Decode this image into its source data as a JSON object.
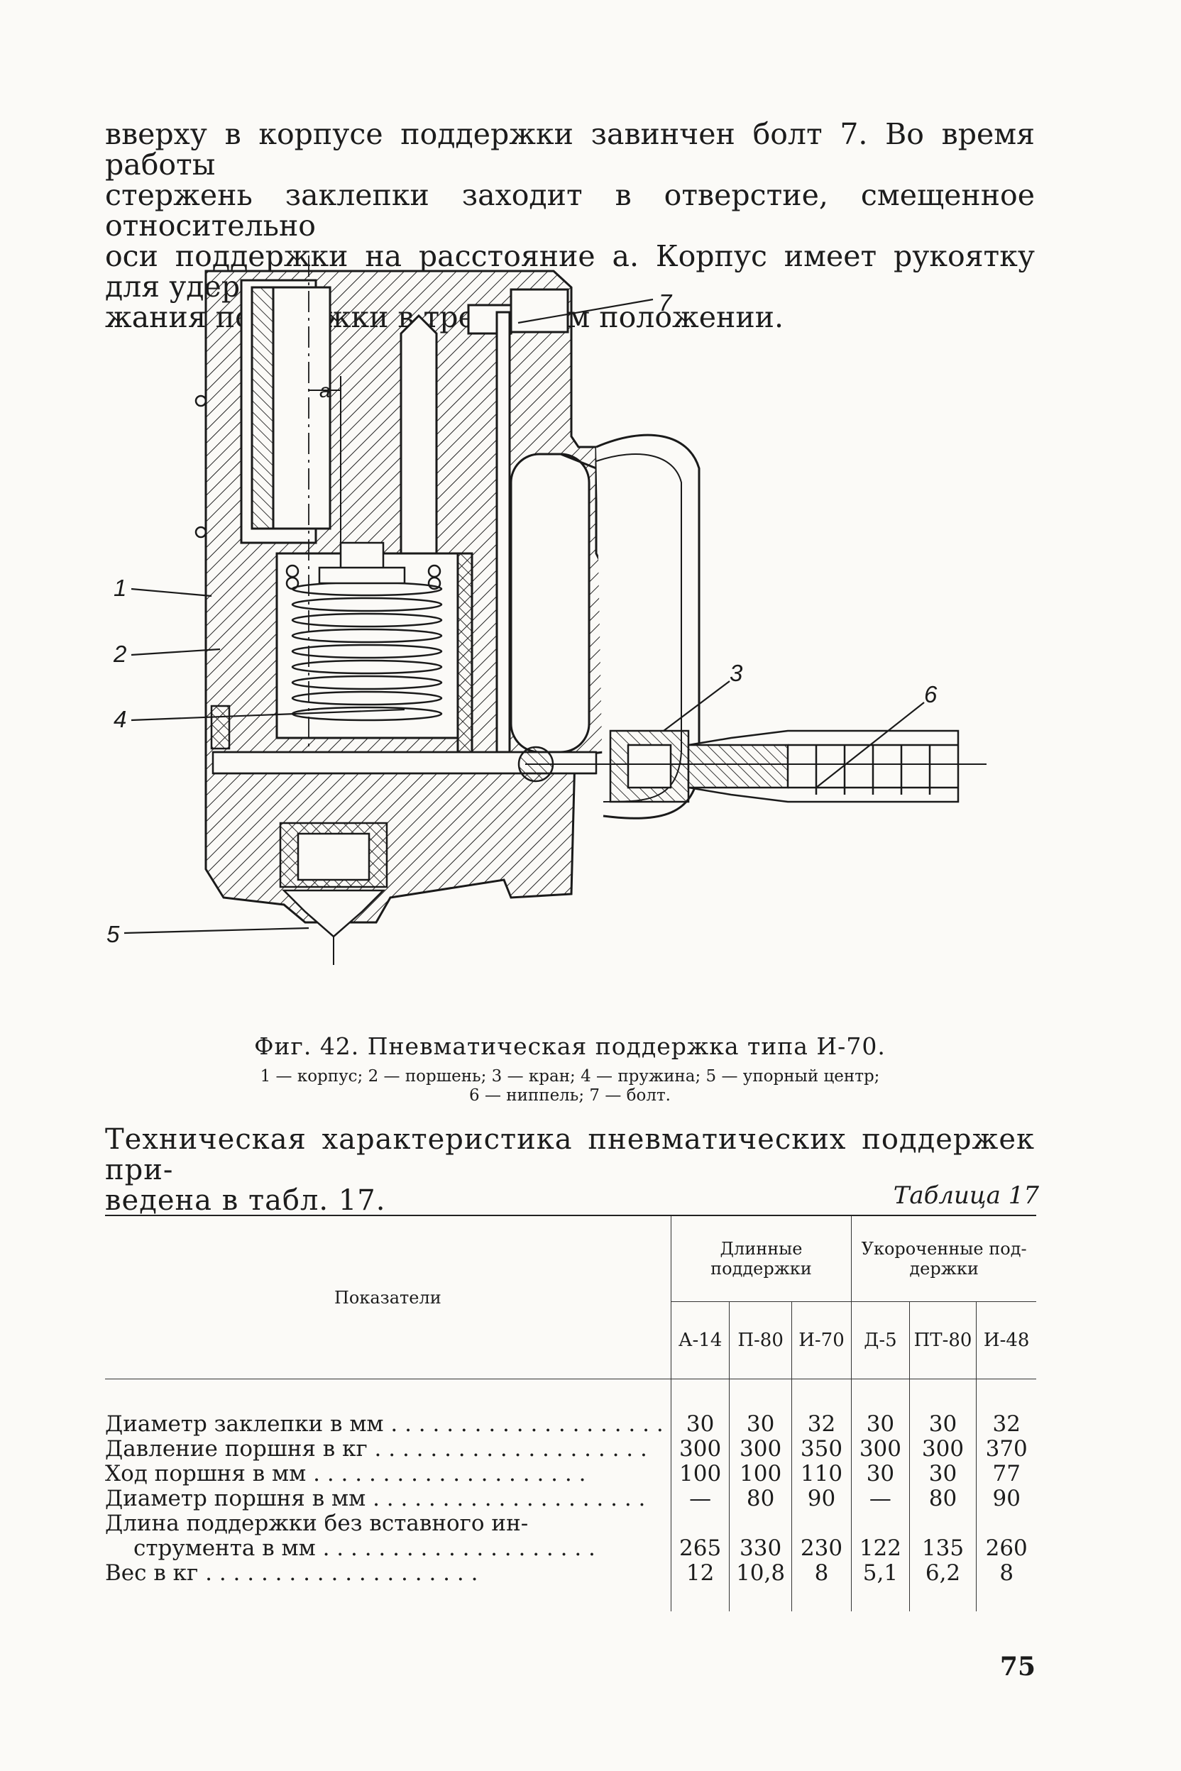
{
  "intro_lines": [
    "вверху в корпусе поддержки завинчен болт 7. Во время работы",
    "стержень заклепки заходит в отверстие, смещенное относительно",
    "оси поддержки на расстояние a. Корпус имеет рукоятку для удер-",
    "жания поддержки в требуемом положении."
  ],
  "figure": {
    "callouts": {
      "c1": "1",
      "c2": "2",
      "c3": "3",
      "c4": "4",
      "c5": "5",
      "c6": "6",
      "c7": "7",
      "a": "a"
    },
    "caption_title": "Фиг. 42. Пневматическая поддержка типа И-70.",
    "legend_line1": "1 — корпус; 2 — поршень; 3 — кран; 4 — пружина; 5 — упорный центр;",
    "legend_line2": "6 — ниппель; 7 — болт."
  },
  "table_intro_lines": [
    "Техническая характеристика пневматических поддержек при-",
    "ведена в табл. 17."
  ],
  "table": {
    "label": "Таблица 17",
    "index_header": "Показатели",
    "groups": [
      "Длинные поддержки",
      "Укороченные под-держки"
    ],
    "columns": [
      "А-14",
      "П-80",
      "И-70",
      "Д-5",
      "ПТ-80",
      "И-48"
    ],
    "rows": [
      {
        "label": "Диаметр заклепки в мм",
        "values": [
          "30",
          "30",
          "32",
          "30",
          "30",
          "32"
        ]
      },
      {
        "label": "Давление поршня в кг",
        "values": [
          "300",
          "300",
          "350",
          "300",
          "300",
          "370"
        ]
      },
      {
        "label": "Ход поршня в мм",
        "values": [
          "100",
          "100",
          "110",
          "30",
          "30",
          "77"
        ]
      },
      {
        "label": "Диаметр поршня в мм",
        "values": [
          "—",
          "80",
          "90",
          "—",
          "80",
          "90"
        ]
      },
      {
        "label_line1": "Длина поддержки без вставного ин-",
        "label_line2": "струмента в мм",
        "values": [
          "265",
          "330",
          "230",
          "122",
          "135",
          "260"
        ]
      },
      {
        "label": "Вес в кг",
        "values": [
          "12",
          "10,8",
          "8",
          "5,1",
          "6,2",
          "8"
        ]
      }
    ]
  },
  "page_number": "75"
}
